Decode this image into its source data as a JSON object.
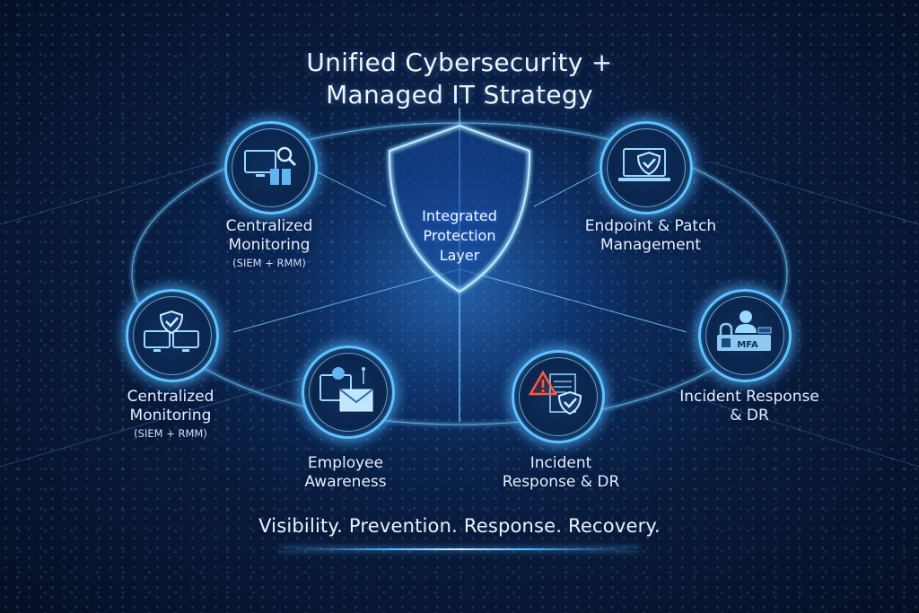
{
  "title": {
    "line1": "Unified Cybersecurity +",
    "line2": "Managed IT Strategy"
  },
  "center": {
    "line1": "Integrated",
    "line2": "Protection",
    "line3": "Layer",
    "icon": "shield-icon"
  },
  "nodes": [
    {
      "id": "top-left",
      "label_line1": "Centralized",
      "label_line2": "Monitoring",
      "sub": "(SIEM + RMM)",
      "icon": "monitor-search-icon"
    },
    {
      "id": "top-right",
      "label_line1": "Endpoint & Patch",
      "label_line2": "Management",
      "sub": "",
      "icon": "laptop-shield-icon"
    },
    {
      "id": "mid-left",
      "label_line1": "Centralized",
      "label_line2": "Monitoring",
      "sub": "(SIEM + RMM)",
      "icon": "dual-monitor-shield-icon"
    },
    {
      "id": "bottom-left",
      "label_line1": "Employee",
      "label_line2": "Awareness",
      "sub": "",
      "icon": "user-email-icon"
    },
    {
      "id": "bottom-right",
      "label_line1": "Incident",
      "label_line2": "Response & DR",
      "sub": "",
      "icon": "alert-shield-icon"
    },
    {
      "id": "mid-right",
      "label_line1": "Incident Response",
      "label_line2": "& DR",
      "sub": "",
      "icon": "mfa-lock-icon",
      "badge": "MFA"
    }
  ],
  "tagline": "Visibility. Prevention. Response. Recovery.",
  "colors": {
    "background": "#081a3a",
    "accent": "#5fc3ff",
    "glow": "#4fb2ff",
    "alert": "#ff5a3c",
    "text": "#e8f1ff"
  }
}
